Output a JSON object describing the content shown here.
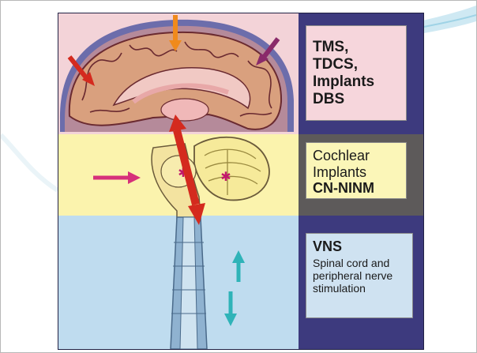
{
  "zones": [
    {
      "name": "cortex",
      "fill": "#f3d3d8",
      "labels": [
        "TMS,",
        "TDCS,",
        "Implants",
        "DBS"
      ]
    },
    {
      "name": "brainstem",
      "fill": "#fbf3ad",
      "labels": [
        "Cochlear",
        "Implants"
      ],
      "bold_label": "CN-NINM"
    },
    {
      "name": "spinal",
      "fill": "#bfdcef",
      "title": "VNS",
      "labels": [
        "Spinal cord and",
        "peripheral nerve",
        "stimulation"
      ]
    }
  ],
  "colors": {
    "frame": "#3d3a7e",
    "arrow_red": "#d42a1e",
    "arrow_orange": "#f08a1c",
    "arrow_purple": "#8a2a6a",
    "arrow_pink": "#d6307a",
    "arrow_teal": "#2fb3b8",
    "brain_outline": "#6a2a30"
  },
  "icons": [
    "red-arrow-icon",
    "orange-arrow-icon",
    "purple-arrow-icon",
    "pink-arrow-icon",
    "red-double-arrow-icon",
    "teal-up-arrow-icon",
    "teal-down-arrow-icon",
    "star-icon"
  ]
}
